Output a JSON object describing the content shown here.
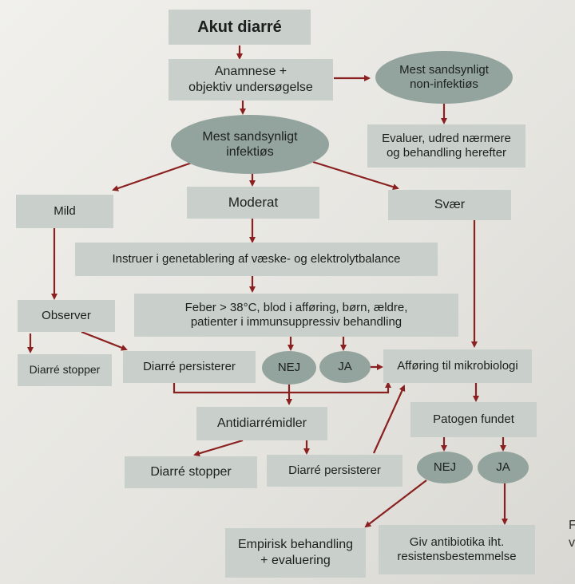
{
  "nodes": {
    "akut_diarre": "Akut diarré",
    "anamnese": "Anamnese +\nobjektiv undersøgelse",
    "non_infektios": "Mest sandsynligt\nnon-infektiøs",
    "evaluer": "Evaluer, udred nærmere\nog behandling herefter",
    "infektios": "Mest sandsynligt\ninfektiøs",
    "mild": "Mild",
    "moderat": "Moderat",
    "svaer": "Svær",
    "instruer": "Instruer i genetablering af væske- og elektrolytbalance",
    "observer": "Observer",
    "feber": "Feber > 38°C, blod i afføring, børn, ældre,\npatienter i immunsuppressiv behandling",
    "diarre_stopper_1": "Diarré stopper",
    "diarre_persisterer_1": "Diarré persisterer",
    "nej_1": "NEJ",
    "ja_1": "JA",
    "afforing": "Afføring til mikrobiologi",
    "antidiarre": "Antidiarrémidler",
    "patogen": "Patogen fundet",
    "diarre_stopper_2": "Diarré stopper",
    "diarre_persisterer_2": "Diarré persisterer",
    "nej_2": "NEJ",
    "ja_2": "JA",
    "empirisk": "Empirisk behandling\n+ evaluering",
    "antibiotika": "Giv antibiotika iht.\nresistensbestemmelse"
  },
  "edge_fragments": [
    "F",
    "v"
  ],
  "colors": {
    "box": "#c9d0cc",
    "oval": "#93a39d",
    "arrow": "#8a2020"
  }
}
